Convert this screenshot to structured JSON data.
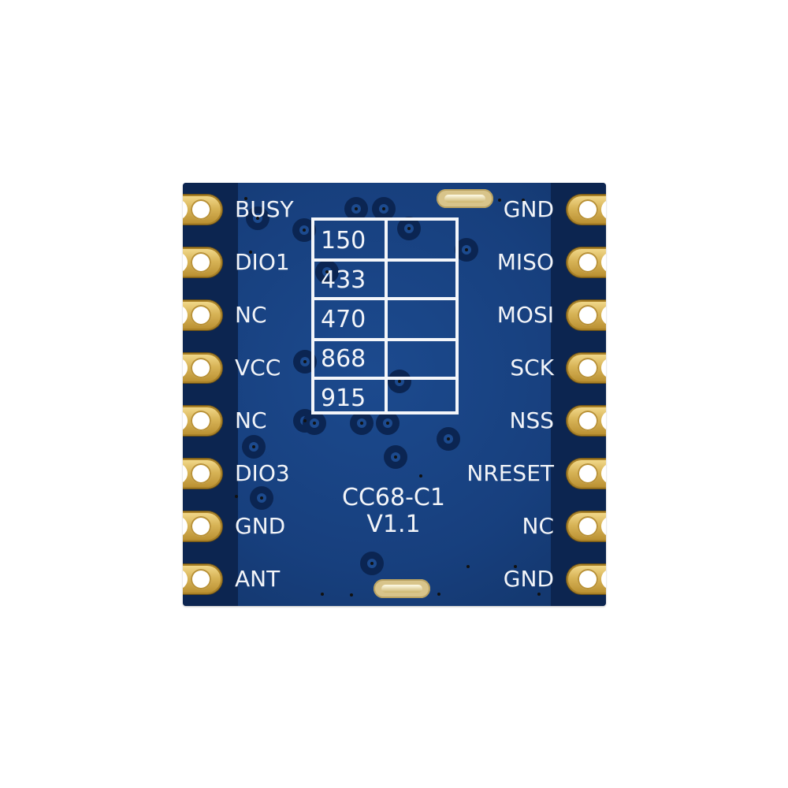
{
  "module": {
    "model": "CC68-C1",
    "version": "V1.1",
    "board_color": "#173f7d",
    "pad_color": "#d8b457"
  },
  "pins_left": [
    {
      "label": "BUSY"
    },
    {
      "label": "DIO1"
    },
    {
      "label": "NC"
    },
    {
      "label": "VCC"
    },
    {
      "label": "NC"
    },
    {
      "label": "DIO3"
    },
    {
      "label": "GND"
    },
    {
      "label": "ANT"
    }
  ],
  "pins_right": [
    {
      "label": "GND"
    },
    {
      "label": "MISO"
    },
    {
      "label": "MOSI"
    },
    {
      "label": "SCK"
    },
    {
      "label": "NSS"
    },
    {
      "label": "NRESET"
    },
    {
      "label": "NC"
    },
    {
      "label": "GND"
    }
  ],
  "frequency_table": {
    "rows": [
      {
        "freq": "150",
        "mark": ""
      },
      {
        "freq": "433",
        "mark": ""
      },
      {
        "freq": "470",
        "mark": ""
      },
      {
        "freq": "868",
        "mark": ""
      },
      {
        "freq": "915",
        "mark": ""
      }
    ]
  }
}
